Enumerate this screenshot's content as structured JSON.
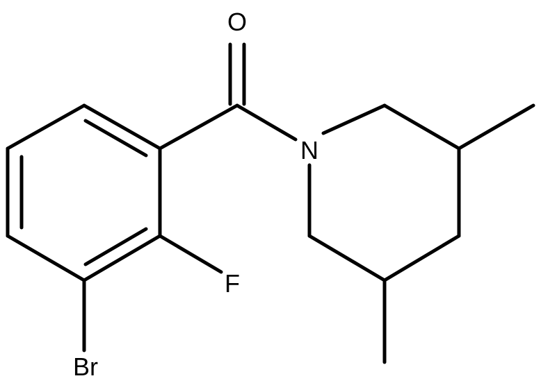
{
  "molecule": {
    "atoms": {
      "oxygen": "O",
      "nitrogen": "N",
      "fluorine": "F",
      "bromine": "Br"
    }
  }
}
